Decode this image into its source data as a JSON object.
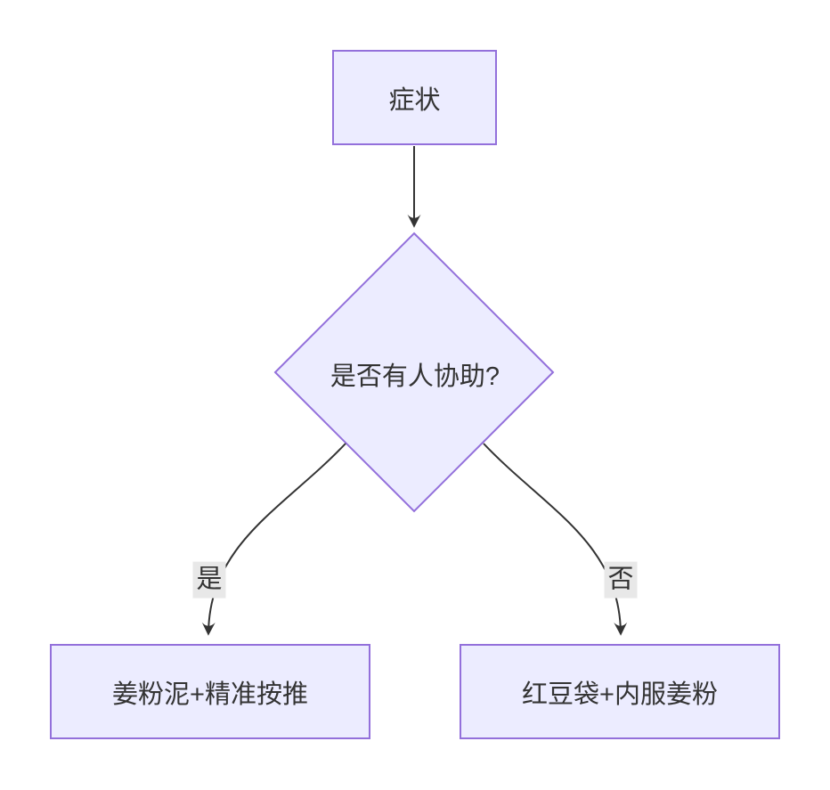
{
  "diagram": {
    "type": "flowchart",
    "direction": "top-down",
    "nodes": {
      "start": {
        "shape": "rectangle",
        "label": "症状"
      },
      "decision": {
        "shape": "diamond",
        "label": "是否有人协助?"
      },
      "result_yes": {
        "shape": "rectangle",
        "label": "姜粉泥+精准按推"
      },
      "result_no": {
        "shape": "rectangle",
        "label": "红豆袋+内服姜粉"
      }
    },
    "edges": [
      {
        "from": "start",
        "to": "decision",
        "label": ""
      },
      {
        "from": "decision",
        "to": "result_yes",
        "label": "是"
      },
      {
        "from": "decision",
        "to": "result_no",
        "label": "否"
      }
    ],
    "edge_labels": {
      "yes": "是",
      "no": "否"
    },
    "colors": {
      "background": "#ffffff",
      "node_fill": "#ECECFF",
      "node_border": "#9370DB",
      "edge_line": "#333333",
      "arrowhead": "#333333",
      "edge_label_bg": "#e8e8e8",
      "text": "#333333"
    }
  }
}
